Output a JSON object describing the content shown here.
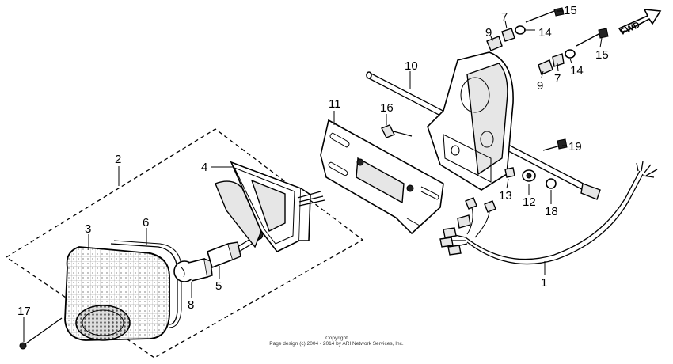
{
  "callouts": [
    {
      "id": "c1",
      "label": "1"
    },
    {
      "id": "c2",
      "label": "2"
    },
    {
      "id": "c3",
      "label": "3"
    },
    {
      "id": "c4",
      "label": "4"
    },
    {
      "id": "c5",
      "label": "5"
    },
    {
      "id": "c6",
      "label": "6"
    },
    {
      "id": "c7a",
      "label": "7"
    },
    {
      "id": "c7b",
      "label": "7"
    },
    {
      "id": "c8",
      "label": "8"
    },
    {
      "id": "c9a",
      "label": "9"
    },
    {
      "id": "c9b",
      "label": "9"
    },
    {
      "id": "c10",
      "label": "10"
    },
    {
      "id": "c11",
      "label": "11"
    },
    {
      "id": "c12",
      "label": "12"
    },
    {
      "id": "c13",
      "label": "13"
    },
    {
      "id": "c14a",
      "label": "14"
    },
    {
      "id": "c14b",
      "label": "14"
    },
    {
      "id": "c15a",
      "label": "15"
    },
    {
      "id": "c15b",
      "label": "15"
    },
    {
      "id": "c16",
      "label": "16"
    },
    {
      "id": "c17",
      "label": "17"
    },
    {
      "id": "c18",
      "label": "18"
    },
    {
      "id": "c19",
      "label": "19"
    }
  ],
  "fwd_label": "FWD",
  "copyright": {
    "line1": "Copyright",
    "line2": "Page design (c) 2004 - 2014 by ARI Network Services, Inc."
  }
}
